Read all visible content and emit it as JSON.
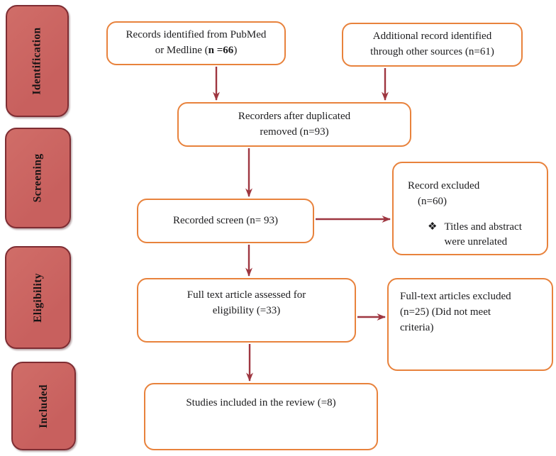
{
  "sidebar": {
    "stages": [
      {
        "label": "Identification"
      },
      {
        "label": "Screening"
      },
      {
        "label": "Eligibility"
      },
      {
        "label": "Included"
      }
    ]
  },
  "boxes": {
    "records": {
      "line1": "Records identified from PubMed",
      "line2_pre": "or Medline (",
      "line2_bold": "n =66",
      "line2_post": ")"
    },
    "additional": {
      "line1": "Additional record identified",
      "line2": "through other sources (n=61)"
    },
    "dedup": {
      "line1": "Recorders after duplicated",
      "line2": "removed (n=93)"
    },
    "screened": {
      "line1": "Recorded screen (n= 93)"
    },
    "excluded_screen": {
      "line1": "Record excluded",
      "line2": "(n=60)",
      "bullet_icon": "❖",
      "bullet_line1": "Titles and abstract",
      "bullet_line2": "were unrelated"
    },
    "fulltext": {
      "line1": "Full text article assessed  for",
      "line2": "eligibility (=33)"
    },
    "excluded_fulltext": {
      "line1": "Full-text articles excluded",
      "line2": "(n=25) (Did not meet",
      "line3": "criteria)"
    },
    "included": {
      "line1": "Studies included in the review  (=8)"
    }
  },
  "colors": {
    "stage_fill": "#c8605e",
    "stage_border": "#7e2d33",
    "box_border": "#e8823c",
    "arrow": "#9e3640",
    "text": "#1c1c1e"
  }
}
